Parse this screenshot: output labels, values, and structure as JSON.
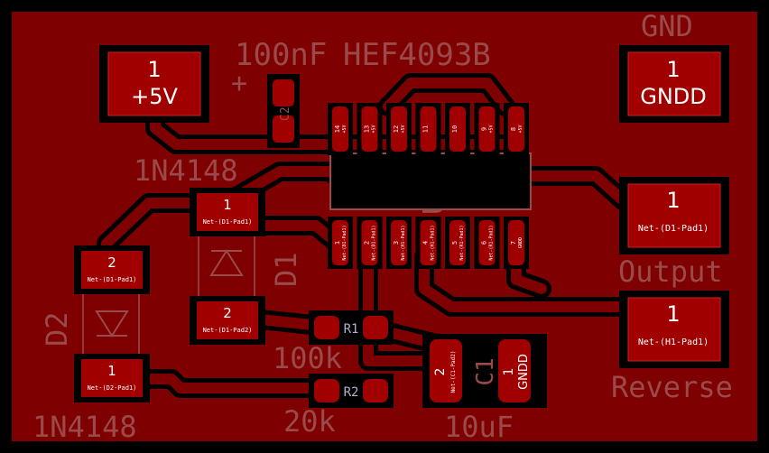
{
  "board": {
    "colors": {
      "background": "#000000",
      "copper": "#7f0000",
      "copper_light": "#b01818",
      "pad": "#a00000",
      "trace": "#000000",
      "silkscreen": "#9a4a4a",
      "pad_text": "#ffffff"
    }
  },
  "components": {
    "power_connector": {
      "pad": "1",
      "net": "+5V"
    },
    "gnd_connector": {
      "label": "GND",
      "pad": "1",
      "net": "GNDD"
    },
    "output_connector": {
      "label": "Output",
      "pad": "1",
      "net": "Net-(D1-Pad1)"
    },
    "reverse_connector": {
      "label": "Reverse",
      "pad": "1",
      "net": "Net-(H1-Pad1)"
    },
    "c2": {
      "ref": "C2",
      "value": "100nF",
      "polarity": "+"
    },
    "u1": {
      "ref": "U1",
      "value": "HEF4093B",
      "top_pins": [
        {
          "num": "14",
          "net": "+5V"
        },
        {
          "num": "13",
          "net": "+5V"
        },
        {
          "num": "12",
          "net": "+5V"
        },
        {
          "num": "11",
          "net": ""
        },
        {
          "num": "10",
          "net": ""
        },
        {
          "num": "9",
          "net": "+5V"
        },
        {
          "num": "8",
          "net": "+5V"
        }
      ],
      "bottom_pins": [
        {
          "num": "1",
          "net": "Net-(D1-Pad1)"
        },
        {
          "num": "2",
          "net": "Net-(D1-Pad1)"
        },
        {
          "num": "3",
          "net": "Net-(H1-Pad1)"
        },
        {
          "num": "4",
          "net": "Net-(H1-Pad1)"
        },
        {
          "num": "5",
          "net": "Net-(R1-Pad1)"
        },
        {
          "num": "6",
          "net": "Net-(R1-Pad1)"
        },
        {
          "num": "7",
          "net": "GNDD"
        }
      ]
    },
    "d1": {
      "ref": "D1",
      "value": "1N4148",
      "pad1": "1",
      "pad1_net": "Net-(D1-Pad1)",
      "pad2": "2",
      "pad2_net": "Net-(D1-Pad2)"
    },
    "d2": {
      "ref": "D2",
      "value": "1N4148",
      "pad2": "2",
      "pad2_net": "Net-(D1-Pad1)",
      "pad1": "1",
      "pad1_net": "Net-(D2-Pad1)"
    },
    "r1": {
      "ref": "R1",
      "value": "100k"
    },
    "r2": {
      "ref": "R2",
      "value": "20k"
    },
    "c1": {
      "ref": "C1",
      "value": "10uF",
      "pad2": "2",
      "pad2_net": "Net-(C1-Pad2)",
      "pad1": "1",
      "pad1_net": "GNDD"
    }
  }
}
